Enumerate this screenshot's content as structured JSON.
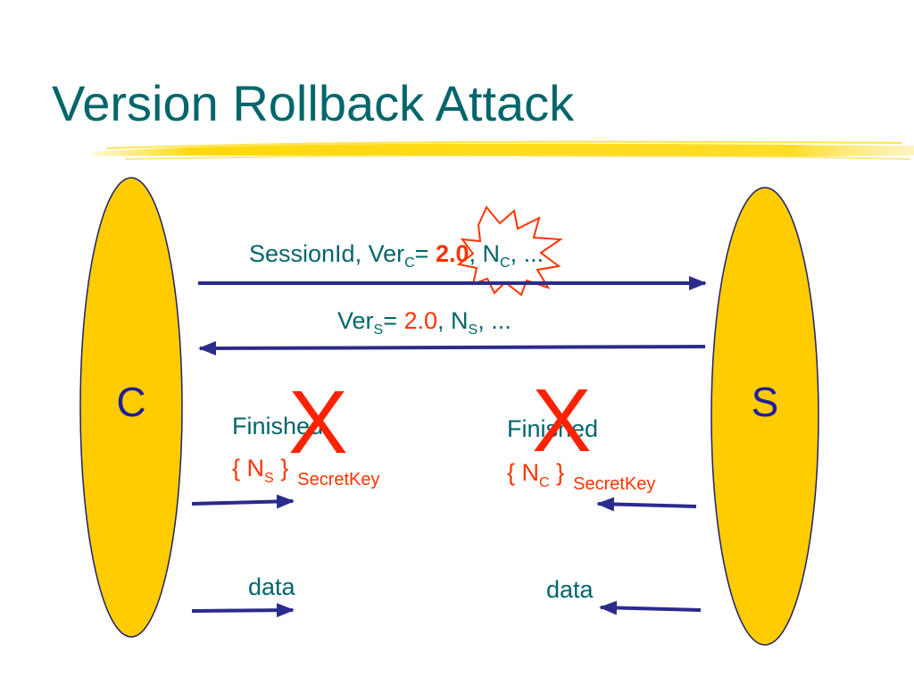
{
  "title": "Version Rollback Attack",
  "colors": {
    "title": "#00666b",
    "highlight": "#ff3300",
    "party_fill": "#ffcc00",
    "arrow": "#2b2b8c",
    "underline": "#ffd700"
  },
  "client_label": "C",
  "server_label": "S",
  "msg1": {
    "prefix": "SessionId, Ver",
    "ver_sub": "C",
    "eq": "= ",
    "value": "2.0",
    "sep": ", N",
    "nonce_sub": "C",
    "suffix": ", ..."
  },
  "msg2": {
    "prefix": "Ver",
    "ver_sub": "S",
    "eq": "= ",
    "value": "2.0",
    "sep": ", N",
    "nonce_sub": "S",
    "suffix": ", ..."
  },
  "finished_left": {
    "label": "Finished",
    "open": "{ N",
    "sub": "S",
    "close": " }",
    "key": "SecretKey"
  },
  "finished_right": {
    "label": "Finished",
    "open": "{ N",
    "sub": "C",
    "close": " }",
    "key": "SecretKey"
  },
  "x_mark": "X",
  "data_left": "data",
  "data_right": "data",
  "icons": {
    "tamper": "starburst-icon",
    "blocked": "x-mark-icon"
  }
}
